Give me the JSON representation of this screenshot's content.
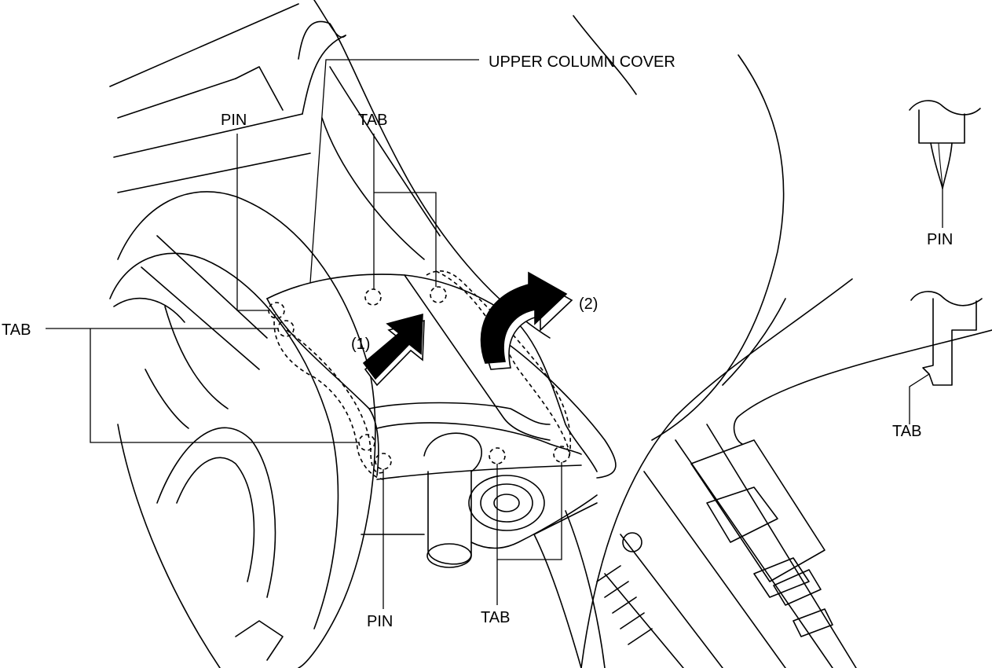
{
  "labels": {
    "upper_column_cover": "UPPER COLUMN COVER",
    "pin_top_left": "PIN",
    "tab_top_center": "TAB",
    "tab_left": "TAB",
    "step_1": "(1)",
    "step_2": "(2)",
    "pin_bottom": "PIN",
    "tab_bottom": "TAB",
    "detail_pin": "PIN",
    "detail_tab": "TAB"
  },
  "icons": {
    "arrow_push": "push-arrow-icon",
    "arrow_rotate": "curved-arrow-icon",
    "clip_marker": "dashed-circle-icon"
  }
}
